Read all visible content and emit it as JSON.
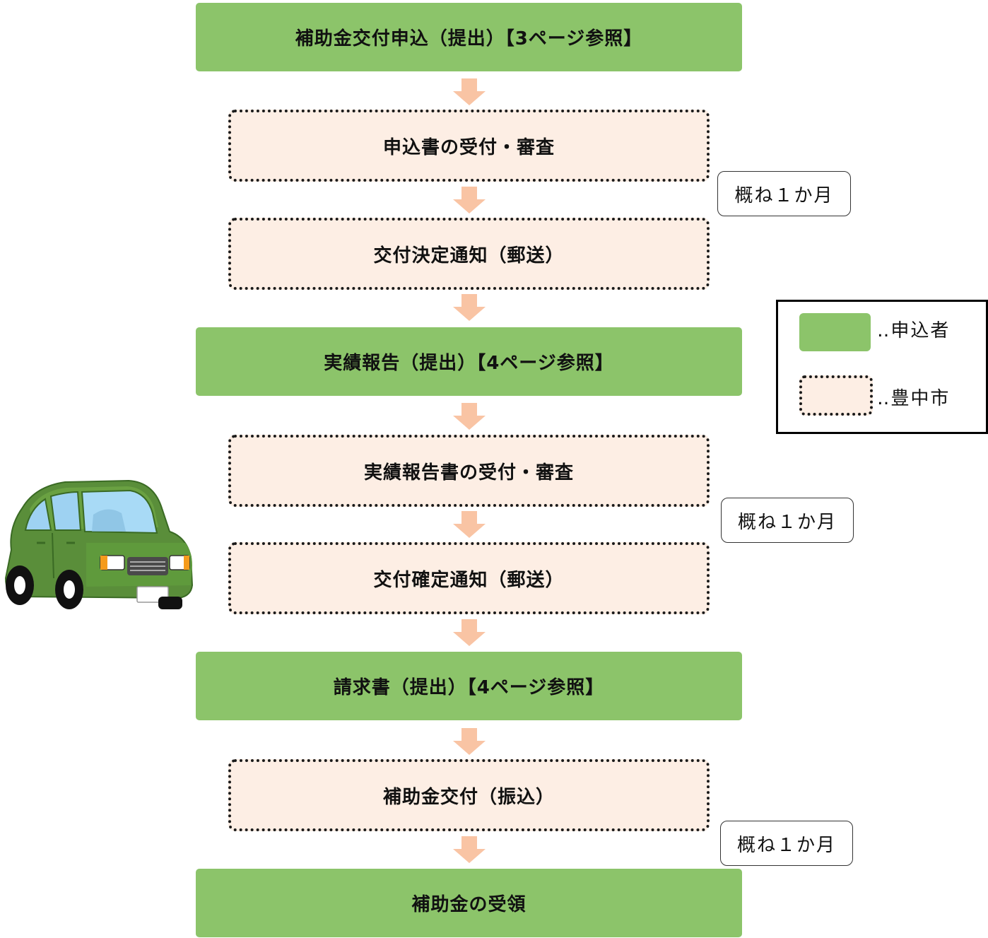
{
  "steps": {
    "s1": "補助金交付申込（提出）【3ページ参照】",
    "s2": "申込書の受付・審査",
    "s3": "交付決定通知（郵送）",
    "s4": "実績報告（提出）【4ページ参照】",
    "s5": "実績報告書の受付・審査",
    "s6": "交付確定通知（郵送）",
    "s7": "請求書（提出）【4ページ参照】",
    "s8": "補助金交付（振込）",
    "s9": "補助金の受領"
  },
  "durations": {
    "d1": "概ね１か月",
    "d2": "概ね１か月",
    "d3": "概ね１か月"
  },
  "legend": {
    "applicant_label": "‥申込者",
    "city_label": "‥豊中市"
  },
  "colors": {
    "applicant": "#8cc46a",
    "city": "#fdeee4",
    "arrow": "#f9c4a4"
  },
  "icons": {
    "car": "car-illustration-icon",
    "arrow": "down-arrow-icon"
  }
}
